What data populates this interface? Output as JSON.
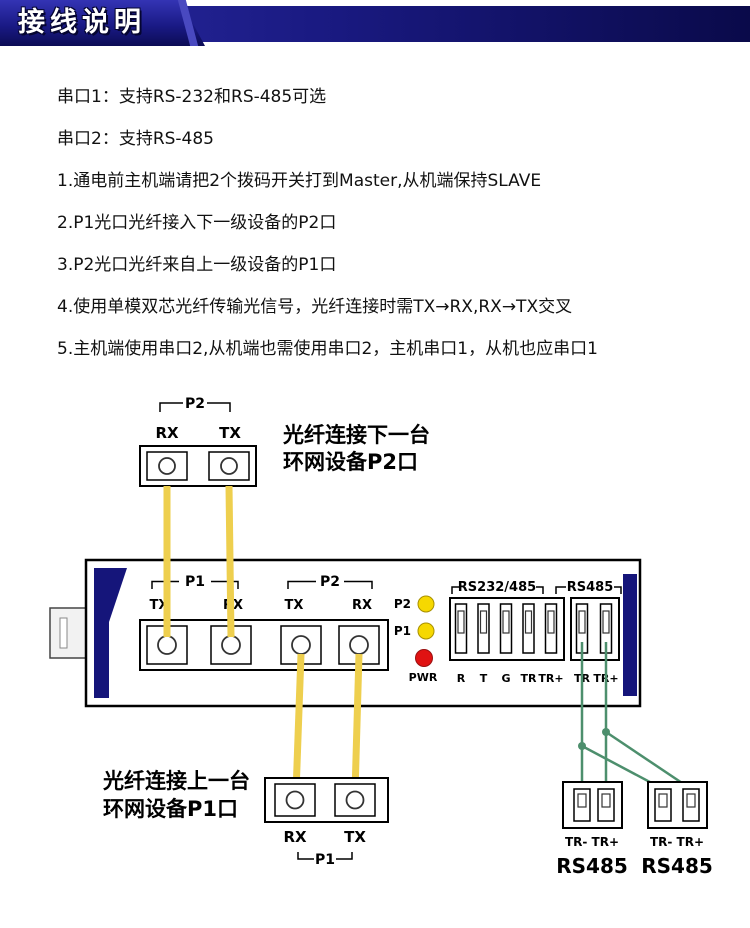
{
  "header": {
    "title": "接线说明"
  },
  "instructions": {
    "lines": [
      "串口1：支持RS-232和RS-485可选",
      "串口2：支持RS-485",
      "1.通电前主机端请把2个拨码开关打到Master,从机端保持SLAVE",
      "2.P1光口光纤接入下一级设备的P2口",
      "3.P2光口光纤来自上一级设备的P1口",
      "4.使用单模双芯光纤传输光信号，光纤连接时需TX→RX,RX→TX交叉",
      "5.主机端使用串口2,从机端也需使用串口2，主机串口1，从机也应串口1"
    ]
  },
  "diagram": {
    "top_connector": {
      "group_label": "P2",
      "port_left": "RX",
      "port_right": "TX",
      "caption_line1": "光纤连接下一台",
      "caption_line2": "环网设备P2口"
    },
    "device": {
      "p1_group_label": "P1",
      "p1_tx": "TX",
      "p1_rx": "RX",
      "p2_group_label": "P2",
      "p2_tx": "TX",
      "p2_rx": "RX",
      "led_p2": "P2",
      "led_p1": "P1",
      "led_pwr": "PWR",
      "serial_group_label": "RS232/485",
      "rs485_group_label": "RS485",
      "terminal_labels": [
        "R",
        "T",
        "G",
        "TR",
        "TR+",
        "TR",
        "TR+"
      ]
    },
    "bottom_connector": {
      "group_label": "P1",
      "port_left": "RX",
      "port_right": "TX",
      "caption_line1": "光纤连接上一台",
      "caption_line2": "环网设备P1口"
    },
    "rs485_block_left": {
      "pins_label": "TR- TR+",
      "name": "RS485"
    },
    "rs485_block_right": {
      "pins_label": "TR- TR+",
      "name": "RS485"
    }
  },
  "colors": {
    "navy": "#15157a",
    "fiber_yellow": "#eecf4e",
    "wire_green": "#4d8f6d",
    "led_yellow": "#f6d800",
    "led_red": "#e01212"
  }
}
